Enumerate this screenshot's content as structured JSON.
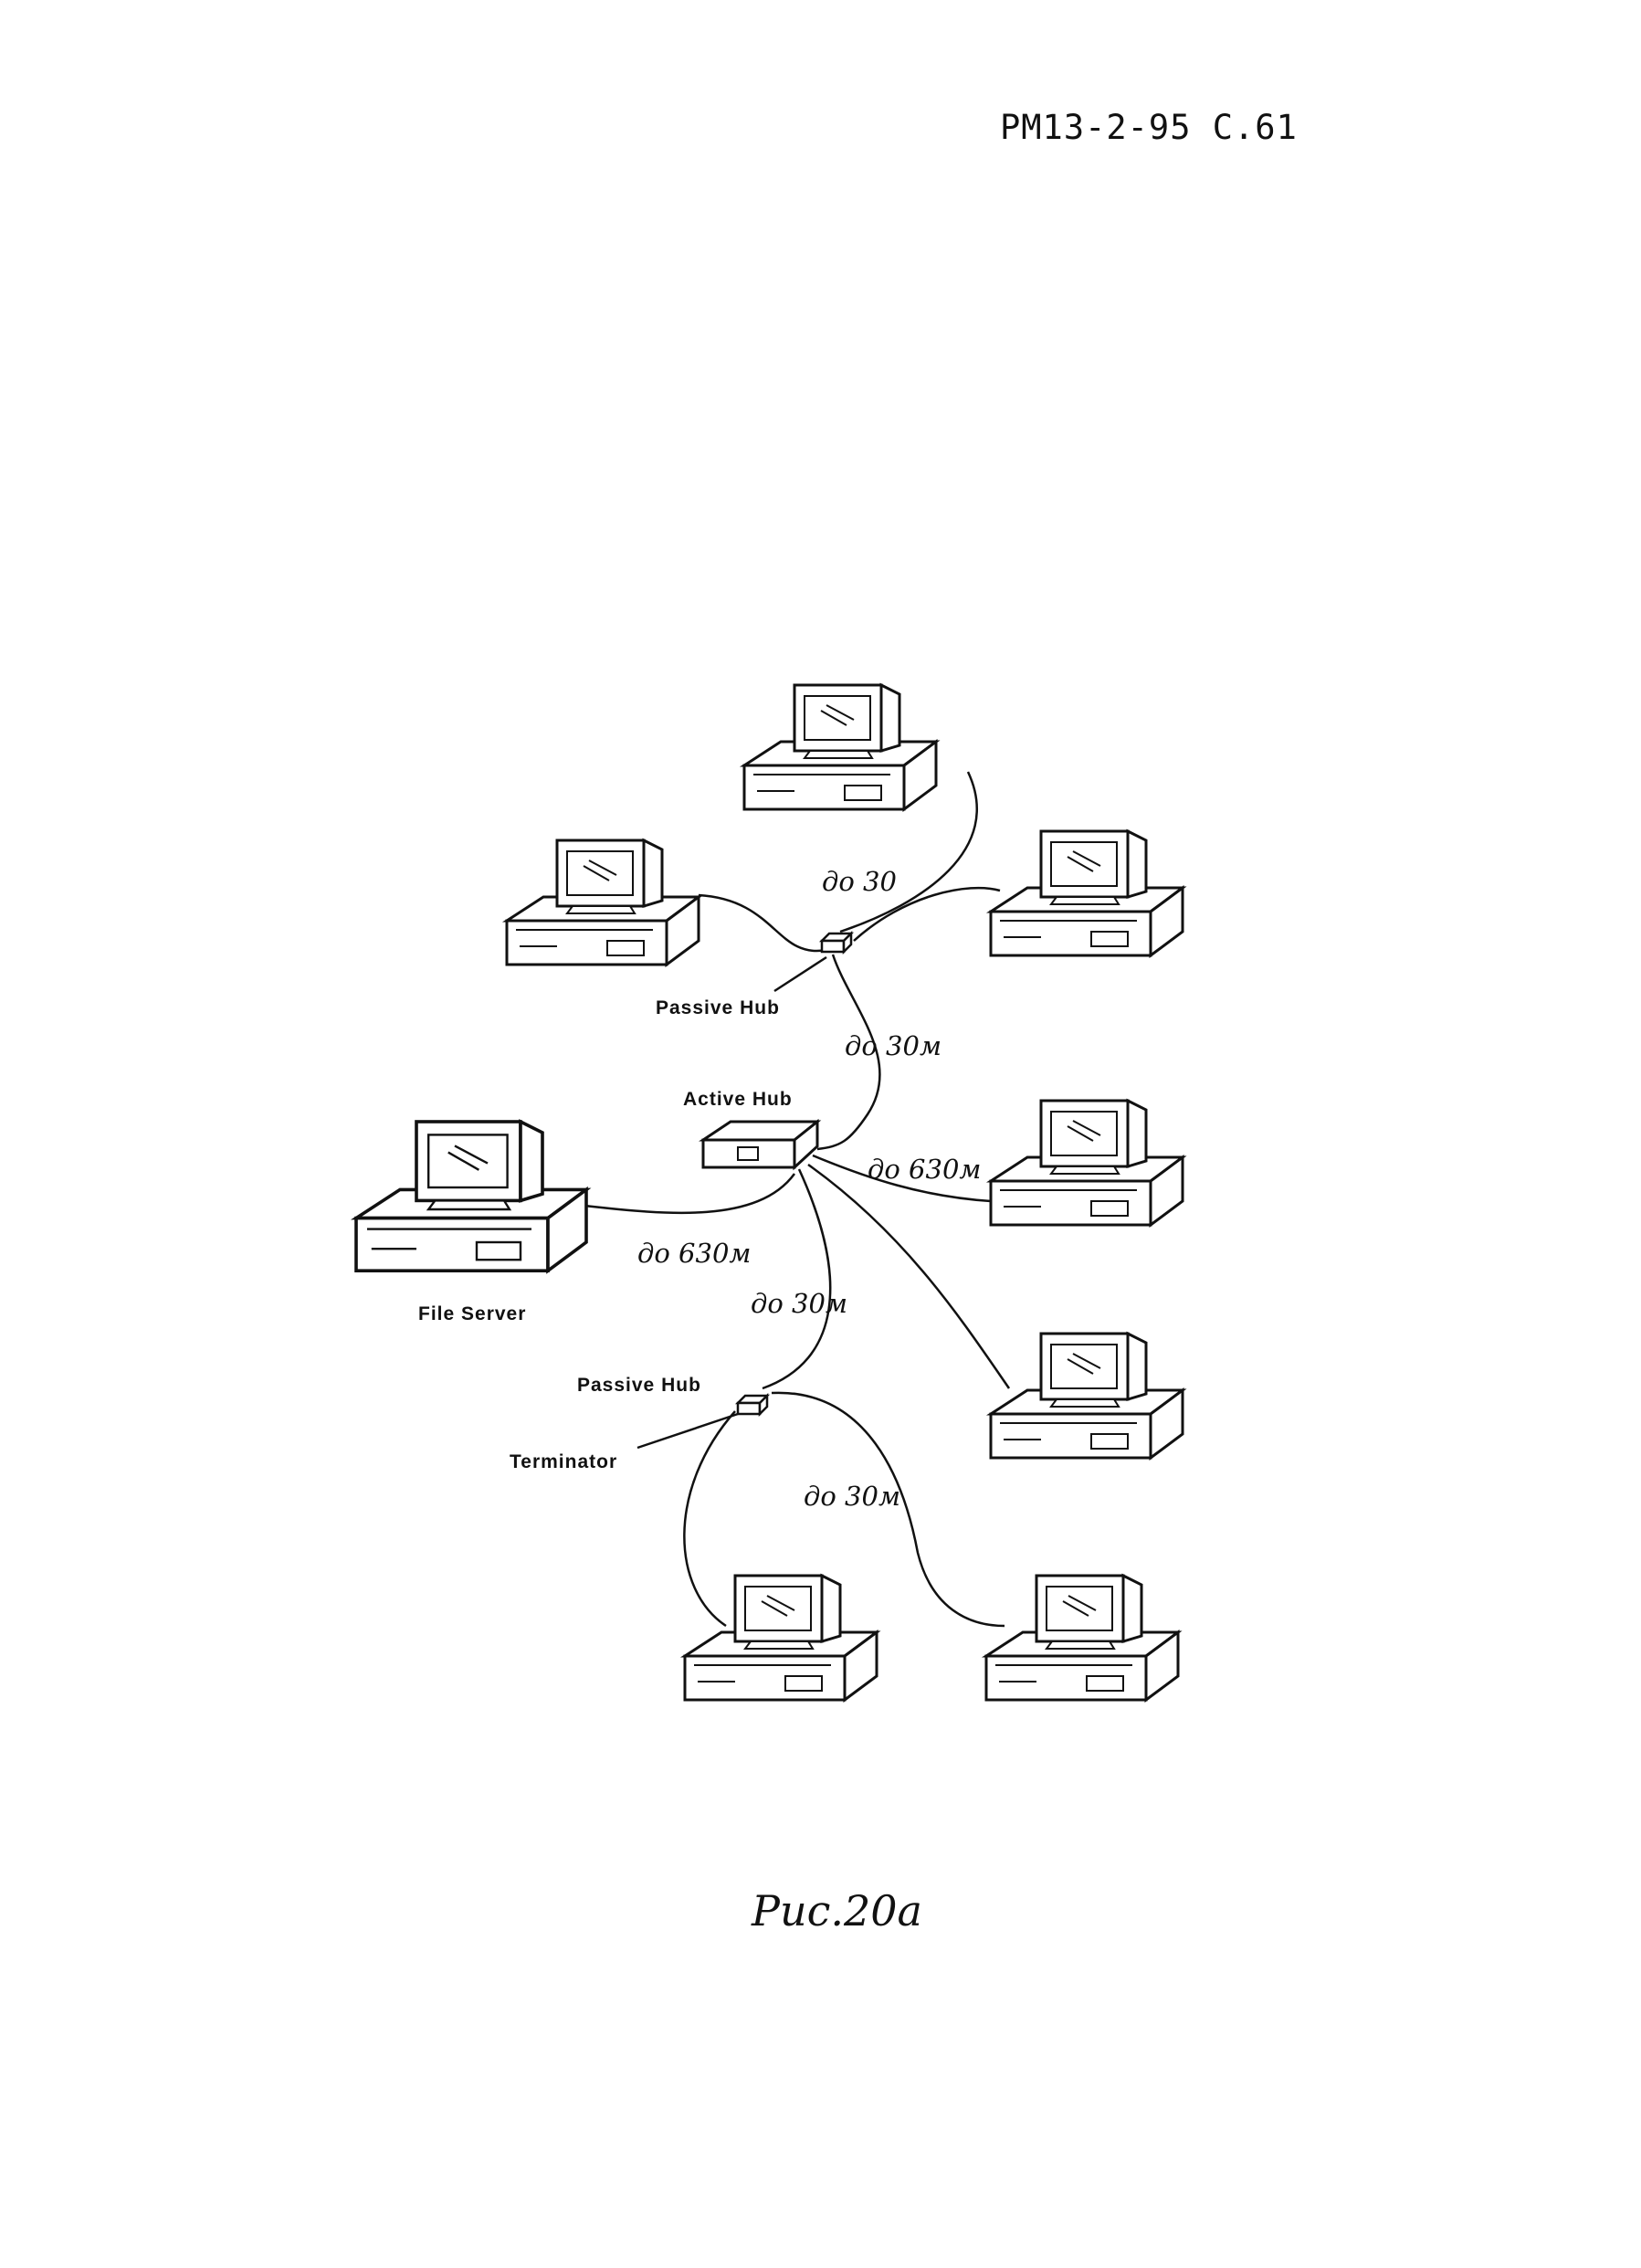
{
  "page": {
    "header": "РМ13-2-95 С.61",
    "caption": "Рис.20а"
  },
  "figure": {
    "labels": {
      "passive_hub_top": "Passive Hub",
      "active_hub": "Active Hub",
      "file_server": "File Server",
      "passive_hub_bottom": "Passive Hub",
      "terminator": "Terminator"
    },
    "distances": {
      "top": "до 30",
      "top_hub_link": "до 30м",
      "server_link": "до 630м",
      "right_link": "до 630м",
      "bottom_hub_link": "до 30м",
      "bottom": "до 30м"
    }
  }
}
